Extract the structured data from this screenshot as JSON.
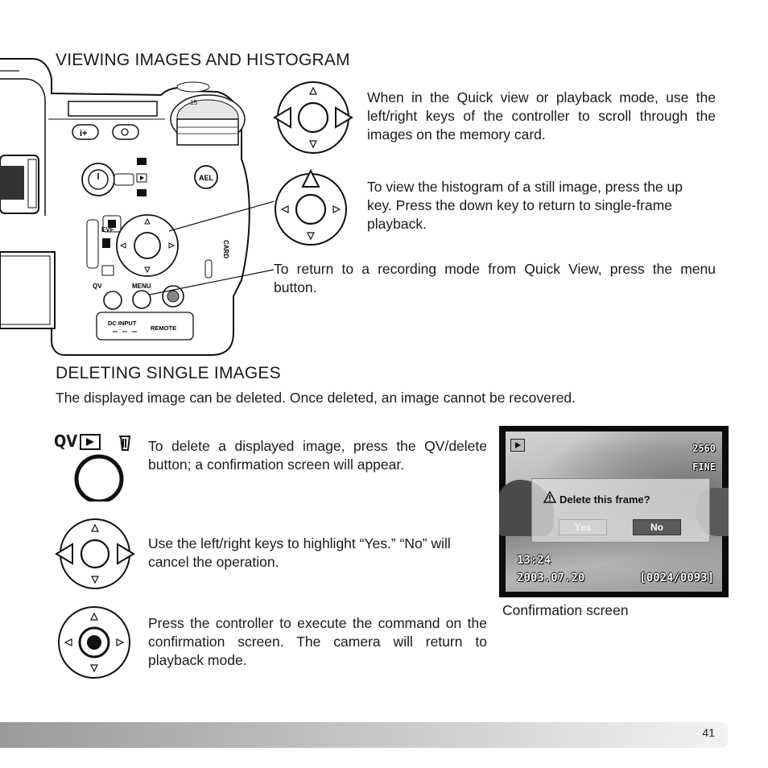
{
  "sections": {
    "viewing": {
      "heading": "VIEWING IMAGES AND HISTOGRAM",
      "scroll_text": "When in the Quick view or playback mode, use the left/right keys of the controller to scroll through the images on the memory card.",
      "histogram_text": "To view the histogram of a still image, press the up key. Press the down key to return to single-frame playback.",
      "menu_text": "To return to a recording mode from Quick View, press the menu button."
    },
    "deleting": {
      "heading": "DELETING SINGLE IMAGES",
      "intro": "The displayed image can be deleted. Once deleted, an image cannot be recovered.",
      "step1": "To delete a displayed image, press the QV/delete button; a confirmation screen will appear.",
      "step2": "Use the left/right keys to highlight “Yes.” “No” will cancel the operation.",
      "step3": "Press the controller to execute the command on the confirmation screen. The camera will return to playback mode.",
      "qv_label": "QV"
    }
  },
  "camera_labels": {
    "evf": "EVF",
    "qv_delete": "QV",
    "menu": "MENU",
    "ael": "AEL",
    "card": "CARD",
    "dc_input": "DC INPUT",
    "remote": "REMOTE",
    "info": "i+",
    "dial_numbers": "15"
  },
  "confirmation_screen": {
    "size": "2560",
    "quality": "FINE",
    "dialog_title": "Delete this frame?",
    "yes": "Yes",
    "no": "No",
    "time": "13:24",
    "date": "2003.07.20",
    "frame_counter": "[0024/0093]",
    "caption": "Confirmation screen"
  },
  "page_number": "41"
}
